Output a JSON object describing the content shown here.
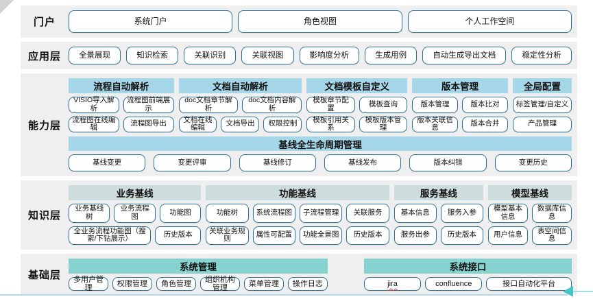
{
  "layers": [
    {
      "id": "portal",
      "label": "门户",
      "buttons": [
        "系统门户",
        "角色视图",
        "个人工作空间"
      ]
    },
    {
      "id": "application",
      "label": "应用层",
      "buttons": [
        "全景展现",
        "知识检索",
        "关联识别",
        "关联视图",
        "影响度分析",
        "生成用例",
        "自动生成导出文档",
        "稳定性分析"
      ]
    },
    {
      "id": "capability",
      "label": "能力层",
      "groups": [
        {
          "id": "process-auto-parse",
          "title": "流程自动解析",
          "rows": [
            [
              "VISIO导入解析",
              "流程图前端展示"
            ],
            [
              "流程图在线编辑",
              "流程图导出"
            ]
          ]
        },
        {
          "id": "doc-auto-parse",
          "title": "文档自动解析",
          "rows": [
            [
              "doc文档章节解析",
              "doc文档内容解析"
            ],
            [
              "文档在线编辑",
              "文档导出",
              "权限控制"
            ]
          ]
        },
        {
          "id": "doc-template",
          "title": "文档模板自定义",
          "rows": [
            [
              "模板章节配置",
              "模板查询"
            ],
            [
              "模板引用关系",
              "模板版本管理"
            ]
          ]
        },
        {
          "id": "version-mgmt",
          "title": "版本管理",
          "rows": [
            [
              "版本管理",
              "版本比对"
            ],
            [
              "版本关联信息",
              "版本合并"
            ]
          ]
        },
        {
          "id": "global-config",
          "title": "全局配置",
          "rows": [
            [
              "标签管理/自定义"
            ],
            [
              "产品管理"
            ]
          ]
        }
      ],
      "banner": {
        "id": "baseline-lifecycle",
        "title": "基线全生命周期管理",
        "buttons": [
          "基线变更",
          "变更评审",
          "基线修订",
          "基线发布",
          "版本纠错",
          "变更历史"
        ]
      }
    },
    {
      "id": "knowledge",
      "label": "知识层",
      "groups": [
        {
          "id": "business-baseline",
          "title": "业务基线",
          "rows": [
            [
              "业务基线树",
              "业务流程图",
              "功能图"
            ],
            [
              "全业务流程功能图（搜索/下钻展示）",
              "历史版本"
            ]
          ]
        },
        {
          "id": "function-baseline",
          "title": "功能基线",
          "rows": [
            [
              "功能树",
              "系统流程图",
              "子流程管理",
              "关联服务"
            ],
            [
              "关联业务规则",
              "属性可配置",
              "功能全景图",
              "历史版本"
            ]
          ]
        },
        {
          "id": "service-baseline",
          "title": "服务基线",
          "rows": [
            [
              "基本信息",
              "服务入参"
            ],
            [
              "服务出参",
              "历史版本"
            ]
          ]
        },
        {
          "id": "model-baseline",
          "title": "模型基线",
          "rows": [
            [
              "模型基本信息",
              "数据库信息"
            ],
            [
              "用户信息",
              "表空间信息"
            ]
          ]
        }
      ]
    },
    {
      "id": "foundation",
      "label": "基础层",
      "groups": [
        {
          "id": "system-mgmt",
          "title": "系统管理",
          "rows": [
            [
              "多用户管理",
              "权限管理",
              "角色管理",
              "组织机构管理",
              "菜单管理",
              "操作日志"
            ]
          ]
        },
        {
          "id": "system-interface",
          "title": "系统接口",
          "rows": [
            [
              {
                "label": "jira",
                "underline": "red-wavy"
              },
              "confluence",
              "接口自动化平台"
            ]
          ]
        }
      ]
    }
  ],
  "colors": {
    "layer_bg": "#efefef",
    "capability_header": "#a6d7e8",
    "knowledge_header": "#cddddd",
    "foundation_header": "#86d2cf",
    "button_border": "#2d7296",
    "arrow_accent": "#45c6c6",
    "bottom_line": "#b5d9ec"
  },
  "decorations": {
    "corner_fold": "top-left-gray-triangle",
    "bottom_arrow": "teal-left-arrow"
  }
}
